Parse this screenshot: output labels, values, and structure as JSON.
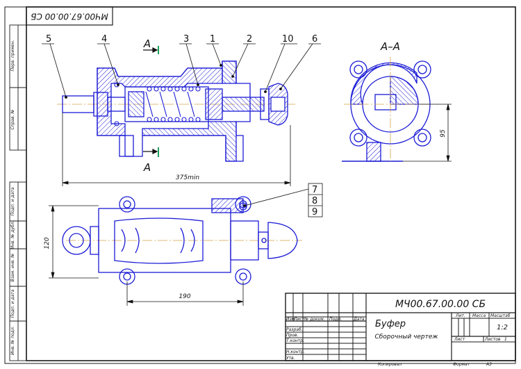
{
  "drawing": {
    "designation": "МЧ00.67.00.00 СБ",
    "designation_rotated": "МЧ00.67.00.00 СБ",
    "name": "Буфер",
    "doc_type": "Сборочный чертеж",
    "section_label": "А–А",
    "cut_label_top": "А",
    "cut_label_bottom": "А"
  },
  "dimensions": {
    "length_min": "375min",
    "height_section": "95",
    "width_plan": "120",
    "length_plan": "190"
  },
  "part_numbers": {
    "p1": "1",
    "p2": "2",
    "p3": "3",
    "p4": "4",
    "p5": "5",
    "p6": "6",
    "p7": "7",
    "p8": "8",
    "p9": "9",
    "p10": "10"
  },
  "title_block": {
    "col_izm": "Изм",
    "col_list": "Лист",
    "col_doc": "№ докум.",
    "col_sign": "Подп.",
    "col_date": "Дата",
    "row_razrab": "Разраб.",
    "row_prov": "Пров.",
    "row_tkontr": "Т.контр.",
    "row_nkontr": "Н.контр.",
    "row_utv": "Утв.",
    "lit": "Лит.",
    "massa": "Масса",
    "masshtab": "Масштаб",
    "scale_value": "1:2",
    "sheet_label": "Лист",
    "sheets_label": "Листов",
    "sheets_value": "1",
    "copied": "Копировал",
    "format_label": "Формат",
    "format_value": "А3"
  },
  "side_strip": {
    "perv_primen": "Перв. примен.",
    "sprav_no": "Справ. №",
    "podp_data_1": "Подп. и дата",
    "inv_dubl": "Инв. № дубл.",
    "vzam_inv": "Взам. инв. №",
    "podp_data_2": "Подп. и дата",
    "inv_podl": "Инв. № подл."
  },
  "colors": {
    "line": "#1b1bd6",
    "frame": "#1a1a1a",
    "hatch": "#1b1bd6",
    "axis": "#d4a24a"
  }
}
